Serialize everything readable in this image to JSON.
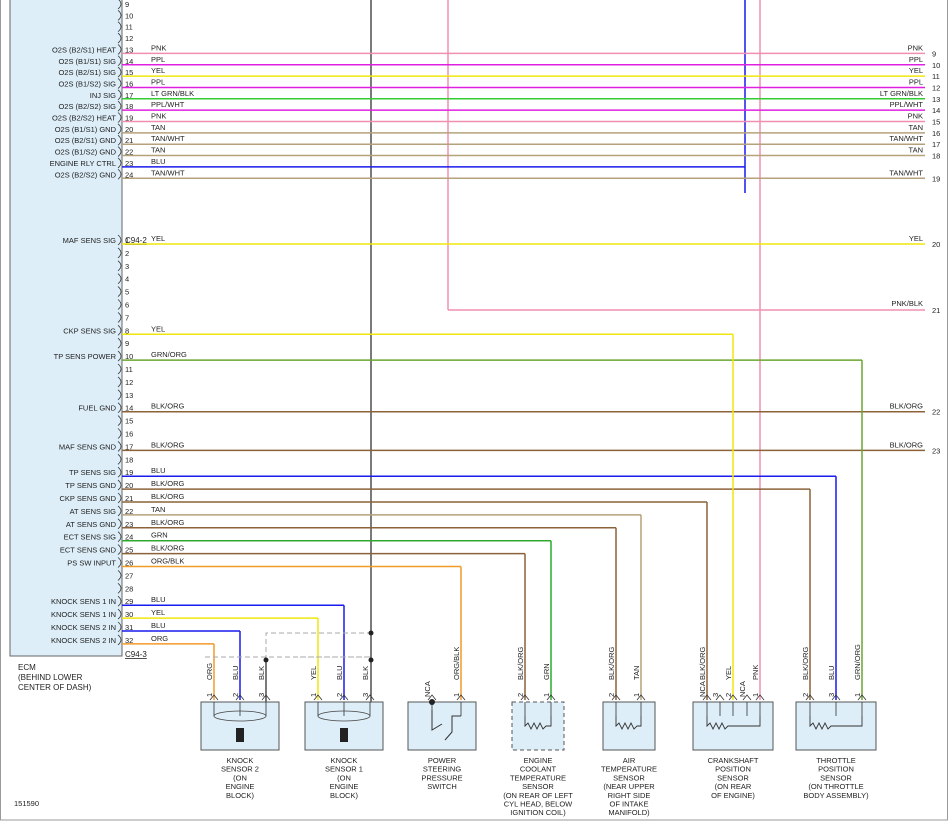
{
  "colors": {
    "PNK": "#f08fb0",
    "PPL": "#e020e0",
    "YEL": "#f0e60a",
    "LTGRNBLK": "#33cc33",
    "TAN": "#b5a27a",
    "BLU": "#1a1aee",
    "BRN": "#8c6239",
    "GRN": "#2fa82f",
    "ORG": "#f39a2a",
    "BLK": "#222222",
    "ECM": "#ddeef8"
  },
  "ecm": {
    "label": "ECM",
    "location_1": "(BEHIND LOWER",
    "location_2": "CENTER OF DASH)",
    "connector_2": "C94-2",
    "connector_3": "C94-3"
  },
  "figure_id": "151590",
  "pins_c942_top": [
    {
      "pin": "9",
      "sig": "",
      "wire": "",
      "num": ""
    },
    {
      "pin": "10",
      "sig": "",
      "wire": "",
      "num": ""
    },
    {
      "pin": "11",
      "sig": "",
      "wire": "",
      "num": ""
    },
    {
      "pin": "12",
      "sig": "",
      "wire": "",
      "num": ""
    },
    {
      "pin": "13",
      "sig": "O2S (B2/S1) HEAT",
      "wire": "PNK",
      "num": "9"
    },
    {
      "pin": "14",
      "sig": "O2S (B1/S1) SIG",
      "wire": "PPL",
      "num": "10"
    },
    {
      "pin": "15",
      "sig": "O2S (B2/S1) SIG",
      "wire": "YEL",
      "num": "11"
    },
    {
      "pin": "16",
      "sig": "O2S (B1/S2) SIG",
      "wire": "PPL",
      "num": "12"
    },
    {
      "pin": "17",
      "sig": "INJ SIG",
      "wire": "LT GRN/BLK",
      "num": "13"
    },
    {
      "pin": "18",
      "sig": "O2S (B2/S2) SIG",
      "wire": "PPL/WHT",
      "num": "14"
    },
    {
      "pin": "19",
      "sig": "O2S (B2/S2) HEAT",
      "wire": "PNK",
      "num": "15"
    },
    {
      "pin": "20",
      "sig": "O2S (B1/S1) GND",
      "wire": "TAN",
      "num": "16"
    },
    {
      "pin": "21",
      "sig": "O2S (B2/S1) GND",
      "wire": "TAN/WHT",
      "num": "17"
    },
    {
      "pin": "22",
      "sig": "O2S (B1/S2) GND",
      "wire": "TAN",
      "num": "18"
    },
    {
      "pin": "23",
      "sig": "ENGINE RLY CTRL",
      "wire": "BLU",
      "num": ""
    },
    {
      "pin": "24",
      "sig": "O2S (B2/S2) GND",
      "wire": "TAN/WHT",
      "num": "19"
    }
  ],
  "pins_c943": [
    {
      "pin": "1",
      "sig": "MAF SENS SIG",
      "wire": "YEL",
      "num": "20"
    },
    {
      "pin": "2",
      "sig": "",
      "wire": "",
      "num": ""
    },
    {
      "pin": "3",
      "sig": "",
      "wire": "",
      "num": ""
    },
    {
      "pin": "4",
      "sig": "",
      "wire": "",
      "num": ""
    },
    {
      "pin": "5",
      "sig": "",
      "wire": "",
      "num": ""
    },
    {
      "pin": "6",
      "sig": "",
      "wire": "",
      "num": ""
    },
    {
      "pin": "7",
      "sig": "",
      "wire": "",
      "num": ""
    },
    {
      "pin": "8",
      "sig": "CKP SENS SIG",
      "wire": "YEL",
      "num": ""
    },
    {
      "pin": "9",
      "sig": "",
      "wire": "",
      "num": ""
    },
    {
      "pin": "10",
      "sig": "TP SENS POWER",
      "wire": "GRN/ORG",
      "num": ""
    },
    {
      "pin": "11",
      "sig": "",
      "wire": "",
      "num": ""
    },
    {
      "pin": "12",
      "sig": "",
      "wire": "",
      "num": ""
    },
    {
      "pin": "13",
      "sig": "",
      "wire": "",
      "num": ""
    },
    {
      "pin": "14",
      "sig": "FUEL GND",
      "wire": "BLK/ORG",
      "num": "22"
    },
    {
      "pin": "15",
      "sig": "",
      "wire": "",
      "num": ""
    },
    {
      "pin": "16",
      "sig": "",
      "wire": "",
      "num": ""
    },
    {
      "pin": "17",
      "sig": "MAF SENS GND",
      "wire": "BLK/ORG",
      "num": "23"
    },
    {
      "pin": "18",
      "sig": "",
      "wire": "",
      "num": ""
    },
    {
      "pin": "19",
      "sig": "TP SENS SIG",
      "wire": "BLU",
      "num": ""
    },
    {
      "pin": "20",
      "sig": "TP SENS GND",
      "wire": "BLK/ORG",
      "num": ""
    },
    {
      "pin": "21",
      "sig": "CKP SENS GND",
      "wire": "BLK/ORG",
      "num": ""
    },
    {
      "pin": "22",
      "sig": "AT SENS SIG",
      "wire": "TAN",
      "num": ""
    },
    {
      "pin": "23",
      "sig": "AT SENS GND",
      "wire": "BLK/ORG",
      "num": ""
    },
    {
      "pin": "24",
      "sig": "ECT SENS SIG",
      "wire": "GRN",
      "num": ""
    },
    {
      "pin": "25",
      "sig": "ECT SENS GND",
      "wire": "BLK/ORG",
      "num": ""
    },
    {
      "pin": "26",
      "sig": "PS SW INPUT",
      "wire": "ORG/BLK",
      "num": ""
    },
    {
      "pin": "27",
      "sig": "",
      "wire": "",
      "num": ""
    },
    {
      "pin": "28",
      "sig": "",
      "wire": "",
      "num": ""
    },
    {
      "pin": "29",
      "sig": "KNOCK SENS 1 IN",
      "wire": "BLU",
      "num": ""
    },
    {
      "pin": "30",
      "sig": "KNOCK SENS 1 IN",
      "wire": "YEL",
      "num": ""
    },
    {
      "pin": "31",
      "sig": "KNOCK SENS 2 IN",
      "wire": "BLU",
      "num": ""
    },
    {
      "pin": "32",
      "sig": "KNOCK SENS 2 IN",
      "wire": "ORG",
      "num": ""
    }
  ],
  "pnk_blk_label": "PNK/BLK",
  "pnk_blk_num": "21",
  "components": {
    "knock2": {
      "lines": [
        "KNOCK",
        "SENSOR 2",
        "(ON",
        "ENGINE",
        "BLOCK)"
      ],
      "pins": [
        "1",
        "2",
        "3"
      ],
      "wires": [
        "ORG",
        "BLU",
        "BLK"
      ]
    },
    "knock1": {
      "lines": [
        "KNOCK",
        "SENSOR 1",
        "(ON",
        "ENGINE",
        "BLOCK)"
      ],
      "pins": [
        "1",
        "2",
        "3"
      ],
      "wires": [
        "YEL",
        "BLU",
        "BLK"
      ]
    },
    "ps": {
      "lines": [
        "POWER",
        "STEERING",
        "PRESSURE",
        "SWITCH"
      ],
      "pins": [
        "NCA",
        "1"
      ],
      "wires": [
        "ORG/BLK"
      ]
    },
    "ect": {
      "lines": [
        "ENGINE",
        "COOLANT",
        "TEMPERATURE",
        "SENSOR",
        "(ON REAR OF LEFT",
        "CYL HEAD, BELOW",
        "IGNITION COIL)"
      ],
      "pins": [
        "2",
        "1"
      ],
      "wires": [
        "BLK/ORG",
        "GRN"
      ]
    },
    "iat": {
      "lines": [
        "AIR",
        "TEMPERATURE",
        "SENSOR",
        "(NEAR UPPER",
        "RIGHT SIDE",
        "OF INTAKE",
        "MANIFOLD)"
      ],
      "pins": [
        "2",
        "1"
      ],
      "wires": [
        "BLK/ORG",
        "TAN"
      ]
    },
    "ckp": {
      "lines": [
        "CRANKSHAFT",
        "POSITION",
        "SENSOR",
        "(ON REAR",
        "OF ENGINE)"
      ],
      "pins": [
        "NCA",
        "3",
        "2",
        "NCA",
        "1"
      ],
      "wires": [
        "BLK/ORG",
        "YEL",
        "PNK"
      ]
    },
    "tps": {
      "lines": [
        "THROTTLE",
        "POSITION",
        "SENSOR",
        "(ON THROTTLE",
        "BODY ASSEMBLY)"
      ],
      "pins": [
        "2",
        "3",
        "1"
      ],
      "wires": [
        "BLK/ORG",
        "BLU",
        "GRN/ORG"
      ]
    }
  }
}
